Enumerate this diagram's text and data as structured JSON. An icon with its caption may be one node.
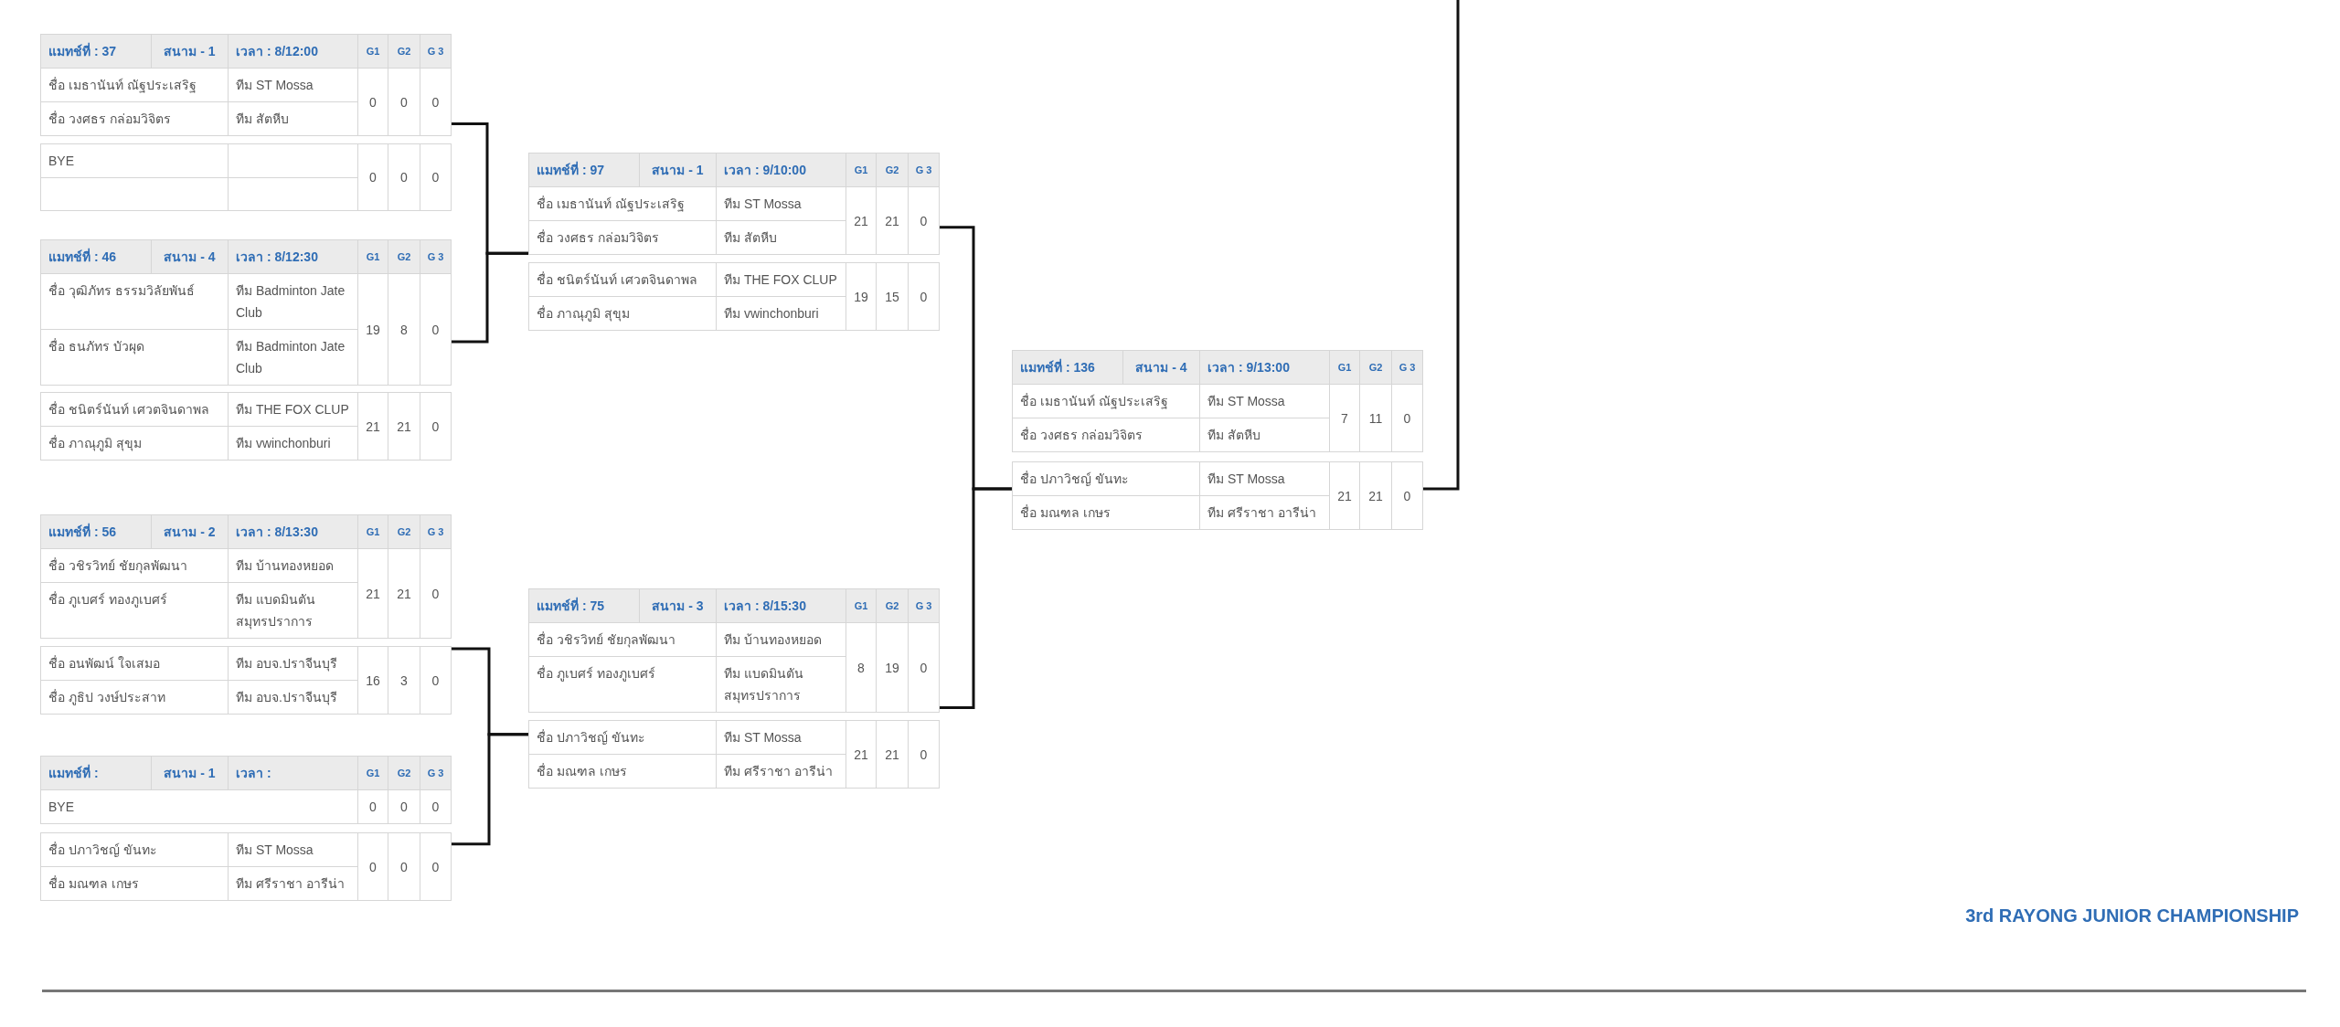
{
  "diagram": {
    "title": "3rd RAYONG JUNIOR CHAMPIONSHIP",
    "nodes": [
      {
        "text": [
          "แมทช์ที่ : 37",
          "สนาม - 1",
          "เวลา : 8/12:00",
          "G1",
          "G2",
          "G 3",
          "ชื่อ เมธานันท์ ณัฐประเสริฐ",
          "ทีม ST Mossa",
          "ชื่อ วงศธร กล่อมวิจิตร",
          "ทีม สัตหีบ",
          "0",
          "0",
          "0"
        ]
      },
      {
        "text": [
          "BYE",
          "0",
          "0",
          "0"
        ]
      },
      {
        "text": [
          "แมทช์ที่ : 46",
          "สนาม - 4",
          "เวลา : 8/12:30",
          "G1",
          "G2",
          "G 3",
          "ชื่อ วุฒิภัทร ธรรมวิลัยพันธ์",
          "ทีม Badminton Jate Club",
          "ชื่อ ธนภัทร บัวผุด",
          "ทีม Badminton Jate Club",
          "19",
          "8",
          "0"
        ]
      },
      {
        "text": [
          "ชื่อ ชนิตร์นันท์ เศวตจินดาพล",
          "ทีม THE FOX CLUP",
          "ชื่อ ภาณุภูมิ สุขุม",
          "ทีม vwinchonburi",
          "21",
          "21",
          "0"
        ]
      },
      {
        "text": [
          "แมทช์ที่ : 56",
          "สนาม - 2",
          "เวลา : 8/13:30",
          "G1",
          "G2",
          "G 3",
          "ชื่อ วชิรวิทย์ ชัยกุลพัฒนา",
          "ทีม บ้านทองหยอด",
          "ชื่อ ภูเบศร์ ทองภูเบศร์",
          "ทีม แบดมินตัน สมุทรปราการ",
          "21",
          "21",
          "0"
        ]
      },
      {
        "text": [
          "ชื่อ อนพัฒน์ ใจเสมอ",
          "ทีม อบจ.ปราจีนบุรี",
          "ชื่อ ภูธิป วงษ์ประสาท",
          "ทีม อบจ.ปราจีนบุรี",
          "16",
          "3",
          "0"
        ]
      },
      {
        "text": [
          "แมทช์ที่ :",
          "สนาม - 1",
          "เวลา :",
          "G1",
          "G2",
          "G 3",
          "BYE",
          "0",
          "0",
          "0"
        ]
      },
      {
        "text": [
          "ชื่อ ปภาวิชญ์ ขันทะ",
          "ทีม ST Mossa",
          "ชื่อ มณฑล เกษร",
          "ทีม ศรีราชา อารีน่า",
          "0",
          "0",
          "0"
        ]
      },
      {
        "text": [
          "แมทช์ที่ : 97",
          "สนาม - 1",
          "เวลา : 9/10:00",
          "G1",
          "G2",
          "G 3",
          "ชื่อ เมธานันท์ ณัฐประเสริฐ",
          "ทีม ST Mossa",
          "ชื่อ วงศธร กล่อมวิจิตร",
          "ทีม สัตหีบ",
          "21",
          "21",
          "0"
        ]
      },
      {
        "text": [
          "ชื่อ ชนิตร์นันท์ เศวตจินดาพล",
          "ทีม THE FOX CLUP",
          "ชื่อ ภาณุภูมิ สุขุม",
          "ทีม vwinchonburi",
          "19",
          "15",
          "0"
        ]
      },
      {
        "text": [
          "แมทช์ที่ : 75",
          "สนาม - 3",
          "เวลา : 8/15:30",
          "G1",
          "G2",
          "G 3",
          "ชื่อ วชิรวิทย์ ชัยกุลพัฒนา",
          "ทีม บ้านทองหยอด",
          "ชื่อ ภูเบศร์ ทองภูเบศร์",
          "ทีม แบดมินตัน สมุทรปราการ",
          "8",
          "19",
          "0"
        ]
      },
      {
        "text": [
          "ชื่อ ปภาวิชญ์ ขันทะ",
          "ทีม ST Mossa",
          "ชื่อ มณฑล เกษร",
          "ทีม ศรีราชา อารีน่า",
          "21",
          "21",
          "0"
        ]
      },
      {
        "text": [
          "แมทช์ที่ : 136",
          "สนาม - 4",
          "เวลา : 9/13:00",
          "G1",
          "G2",
          "G 3",
          "ชื่อ เมธานันท์ ณัฐประเสริฐ",
          "ทีม ST Mossa",
          "ชื่อ วงศธร กล่อมวิจิตร",
          "ทีม สัตหีบ",
          "7",
          "11",
          "0"
        ]
      },
      {
        "text": [
          "ชื่อ ปภาวิชญ์ ขันทะ",
          "ทีม ST Mossa",
          "ชื่อ มณฑล เกษร",
          "ทีม ศรีราชา อารีน่า",
          "21",
          "21",
          "0"
        ]
      }
    ],
    "edges": [
      {
        "from": 0,
        "to": 8,
        "arrow": "none"
      },
      {
        "from": 2,
        "to": 8,
        "arrow": "none"
      },
      {
        "from": 5,
        "to": 11,
        "arrow": "none"
      },
      {
        "from": 7,
        "to": 11,
        "arrow": "none"
      },
      {
        "from": 8,
        "to": 13,
        "arrow": "none"
      },
      {
        "from": 10,
        "to": 13,
        "arrow": "none"
      },
      {
        "from": 13,
        "to": null,
        "arrow": "none"
      }
    ]
  }
}
